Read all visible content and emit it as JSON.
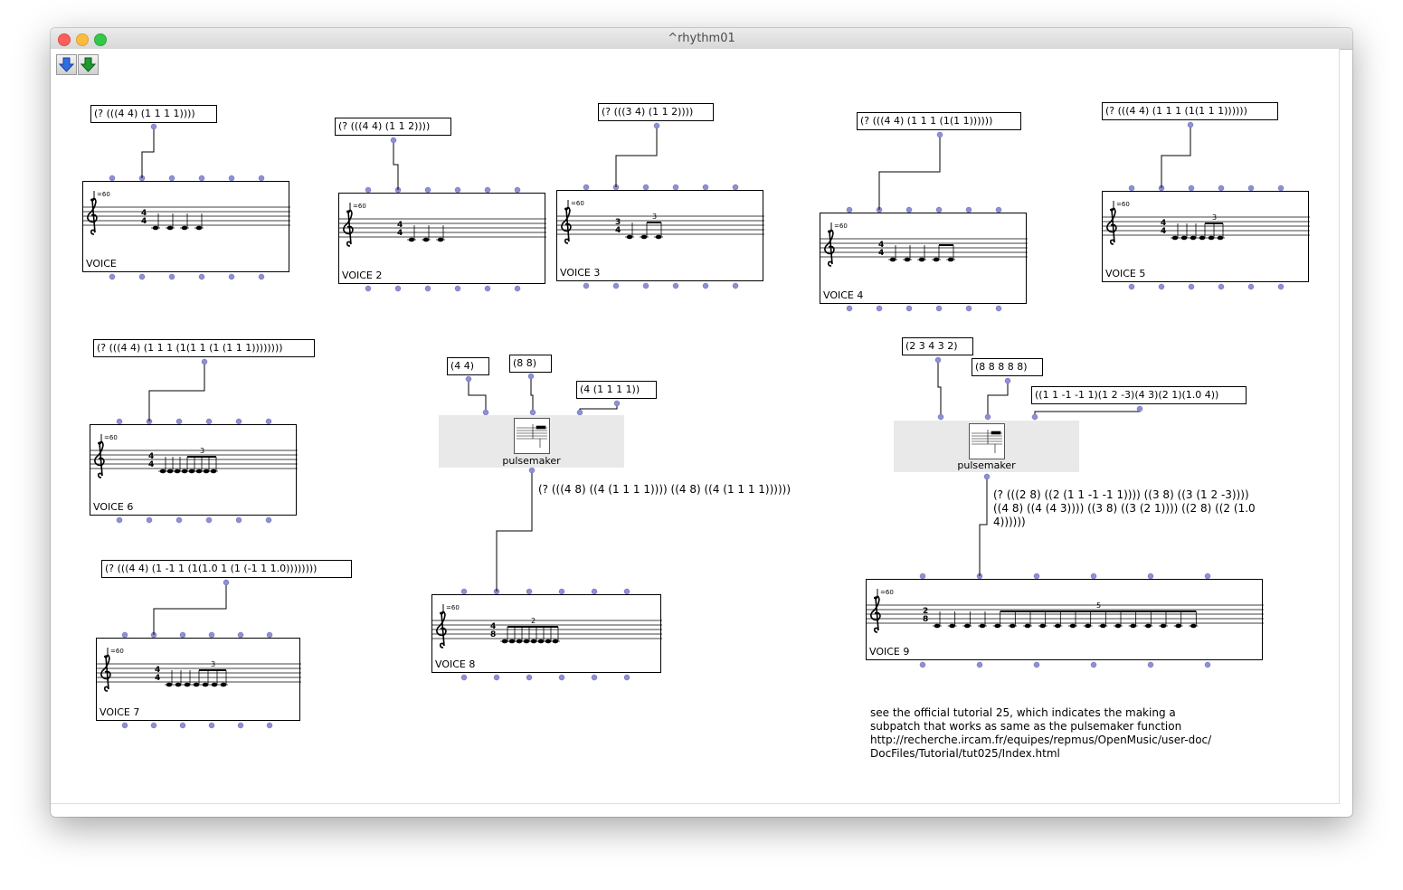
{
  "window": {
    "title": "^rhythm01"
  },
  "toolbar": {
    "buttons": [
      "arrow-down-blue-icon",
      "arrow-down-green-icon"
    ]
  },
  "text_boxes": {
    "t1": "(? (((4 4) (1 1 1 1))))",
    "t2": "(? (((4 4) (1 1 2))))",
    "t3": "(? (((3 4) (1 1 2))))",
    "t4": "(? (((4 4) (1 1 1 (1(1 1))))))",
    "t5": "(? (((4 4) (1 1 1 (1(1 1 1))))))",
    "t6": "(? (((4 4) (1 1 1 (1(1 1 (1 (1 1 1))))))))",
    "t7": "(? (((4 4) (1 -1 1 (1(1.0 1 (1 (-1 1 1.0))))))))",
    "pm1_in1": "(4 4)",
    "pm1_in2": "(8 8)",
    "pm1_in3": "(4 (1 1 1 1))",
    "pm2_in1": "(2 3 4 3 2)",
    "pm2_in2": "(8 8 8 8 8)",
    "pm2_in3": "((1 1 -1 -1 1)(1 2 -3)(4 3)(2 1)(1.0 4))"
  },
  "voices": [
    {
      "label": "VOICE",
      "tempo": "=60",
      "time": [
        "4",
        "4"
      ]
    },
    {
      "label": "VOICE 2",
      "tempo": "=60",
      "time": [
        "4",
        "4"
      ]
    },
    {
      "label": "VOICE 3",
      "tempo": "=60",
      "time": [
        "3",
        "4"
      ],
      "tuplet": "3"
    },
    {
      "label": "VOICE 4",
      "tempo": "=60",
      "time": [
        "4",
        "4"
      ]
    },
    {
      "label": "VOICE 5",
      "tempo": "=60",
      "time": [
        "4",
        "4"
      ],
      "tuplet": "3"
    },
    {
      "label": "VOICE 6",
      "tempo": "=60",
      "time": [
        "4",
        "4"
      ],
      "tuplet": "3"
    },
    {
      "label": "VOICE 7",
      "tempo": "=60",
      "time": [
        "4",
        "4"
      ],
      "tuplet": "3"
    },
    {
      "label": "VOICE 8",
      "tempo": "=60",
      "time": [
        "4",
        "8"
      ],
      "tuplet": "2"
    },
    {
      "label": "VOICE 9",
      "tempo": "=60",
      "time": [
        "2",
        "8"
      ],
      "tuplet": "5"
    }
  ],
  "pulsemaker": {
    "label": "pulsemaker"
  },
  "outputs": {
    "pm1": "(? (((4 8) ((4 (1 1 1 1)))) ((4 8) ((4 (1 1 1 1))))))",
    "pm2": "(? (((2 8) ((2 (1 1 -1 -1 1)))) ((3 8) ((3 (1 2 -3)))) ((4 8) ((4 (4 3)))) ((3 8) ((3 (2 1)))) ((2 8) ((2 (1.0 4))))))"
  },
  "comment": {
    "lines": [
      "see the official tutorial 25, which indicates the making a",
      "subpatch that works as same as the pulsemaker function",
      "http://recherche.ircam.fr/equipes/repmus/OpenMusic/user-doc/",
      "DocFiles/Tutorial/tut025/Index.html"
    ]
  },
  "colors": {
    "inlet": "#8f8fd6",
    "pm_bg": "#e9e9e9"
  }
}
